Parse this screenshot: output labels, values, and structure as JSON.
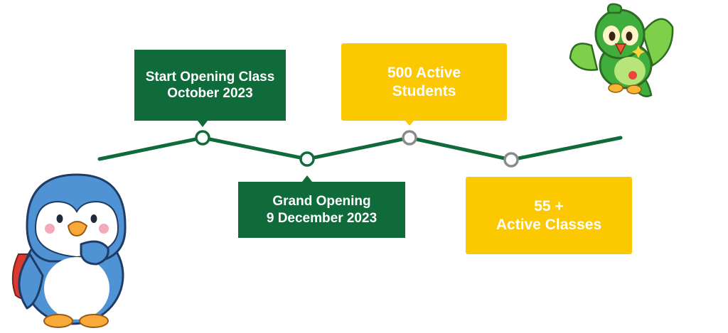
{
  "milestones": [
    {
      "lines": [
        "Start Opening Class",
        "October 2023"
      ],
      "style": "green"
    },
    {
      "lines": [
        "Grand Opening",
        "9 December 2023"
      ],
      "style": "green"
    },
    {
      "lines": [
        "500 Active",
        "Students"
      ],
      "style": "yellow"
    },
    {
      "lines": [
        "55 +",
        "Active Classes"
      ],
      "style": "yellow"
    }
  ],
  "colors": {
    "green": "#0f6b3a",
    "yellow": "#fcc800",
    "node_gray": "#8a8a8a",
    "penguin_blue": "#4f93d4",
    "parrot_green": "#3fae3c"
  },
  "icons": [
    "penguin-mascot-icon",
    "parrot-mascot-icon"
  ]
}
